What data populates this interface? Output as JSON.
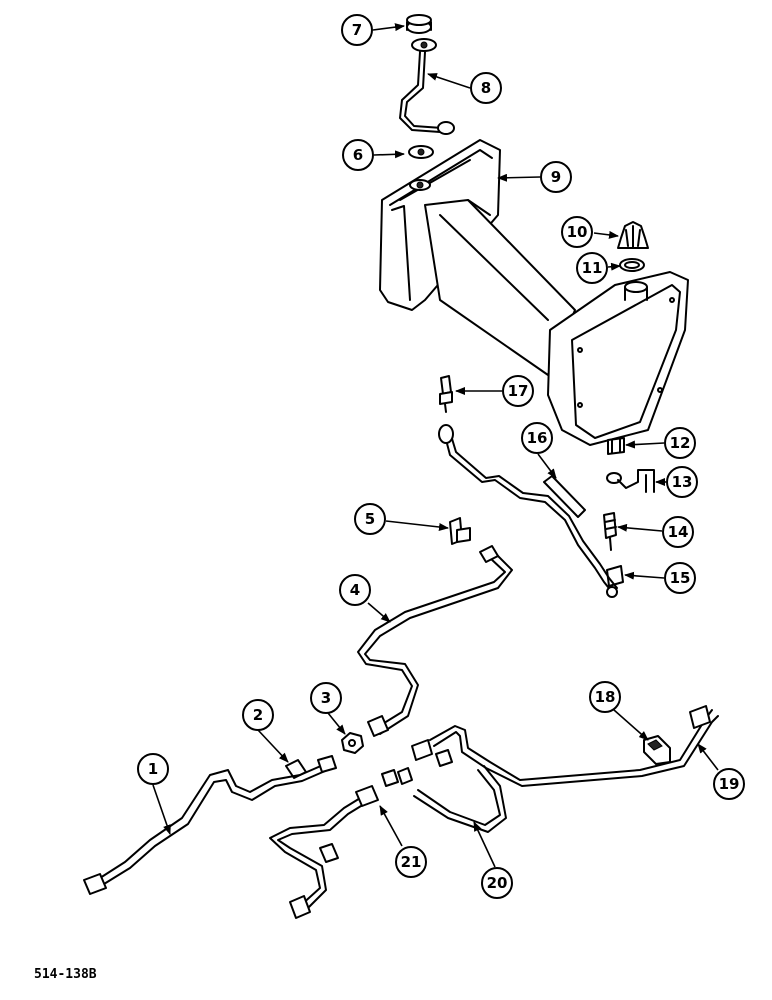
{
  "figure_code": "514-138B",
  "callouts": [
    {
      "id": "callout-1",
      "label": "1"
    },
    {
      "id": "callout-2",
      "label": "2"
    },
    {
      "id": "callout-3",
      "label": "3"
    },
    {
      "id": "callout-4",
      "label": "4"
    },
    {
      "id": "callout-5",
      "label": "5"
    },
    {
      "id": "callout-6",
      "label": "6"
    },
    {
      "id": "callout-7",
      "label": "7"
    },
    {
      "id": "callout-8",
      "label": "8"
    },
    {
      "id": "callout-9",
      "label": "9"
    },
    {
      "id": "callout-10",
      "label": "10"
    },
    {
      "id": "callout-11",
      "label": "11"
    },
    {
      "id": "callout-12",
      "label": "12"
    },
    {
      "id": "callout-13",
      "label": "13"
    },
    {
      "id": "callout-14",
      "label": "14"
    },
    {
      "id": "callout-15",
      "label": "15"
    },
    {
      "id": "callout-16",
      "label": "16"
    },
    {
      "id": "callout-17",
      "label": "17"
    },
    {
      "id": "callout-18",
      "label": "18"
    },
    {
      "id": "callout-19",
      "label": "19"
    },
    {
      "id": "callout-20",
      "label": "20"
    },
    {
      "id": "callout-21",
      "label": "21"
    }
  ]
}
